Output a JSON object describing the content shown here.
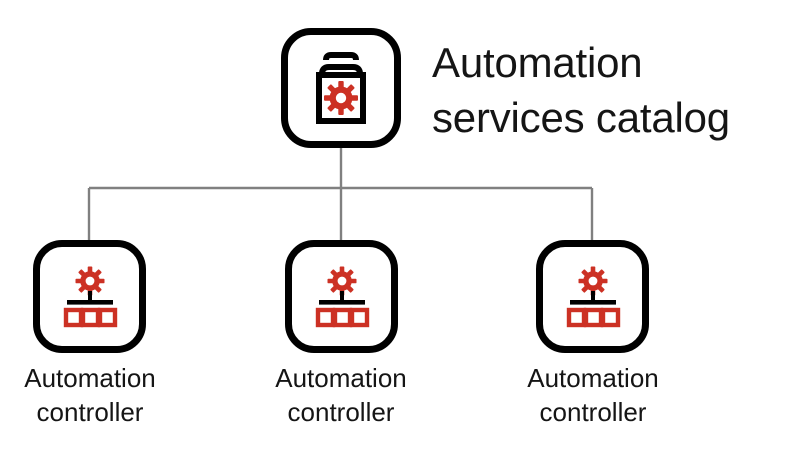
{
  "diagram": {
    "type": "hierarchy-tree",
    "background_color": "#ffffff",
    "accent_color": "#CC3124",
    "outline_color": "#000000",
    "connector_color": "#808080",
    "text_color": "#151515",
    "root": {
      "title": "Automation services catalog",
      "title_line_1": "Automation",
      "title_line_2": "services catalog",
      "icon": "services-catalog-icon"
    },
    "children": [
      {
        "label": "Automation controller",
        "label_line_1": "Automation",
        "label_line_2": "controller",
        "icon": "automation-controller-icon"
      },
      {
        "label": "Automation controller",
        "label_line_1": "Automation",
        "label_line_2": "controller",
        "icon": "automation-controller-icon"
      },
      {
        "label": "Automation controller",
        "label_line_1": "Automation",
        "label_line_2": "controller",
        "icon": "automation-controller-icon"
      }
    ]
  }
}
